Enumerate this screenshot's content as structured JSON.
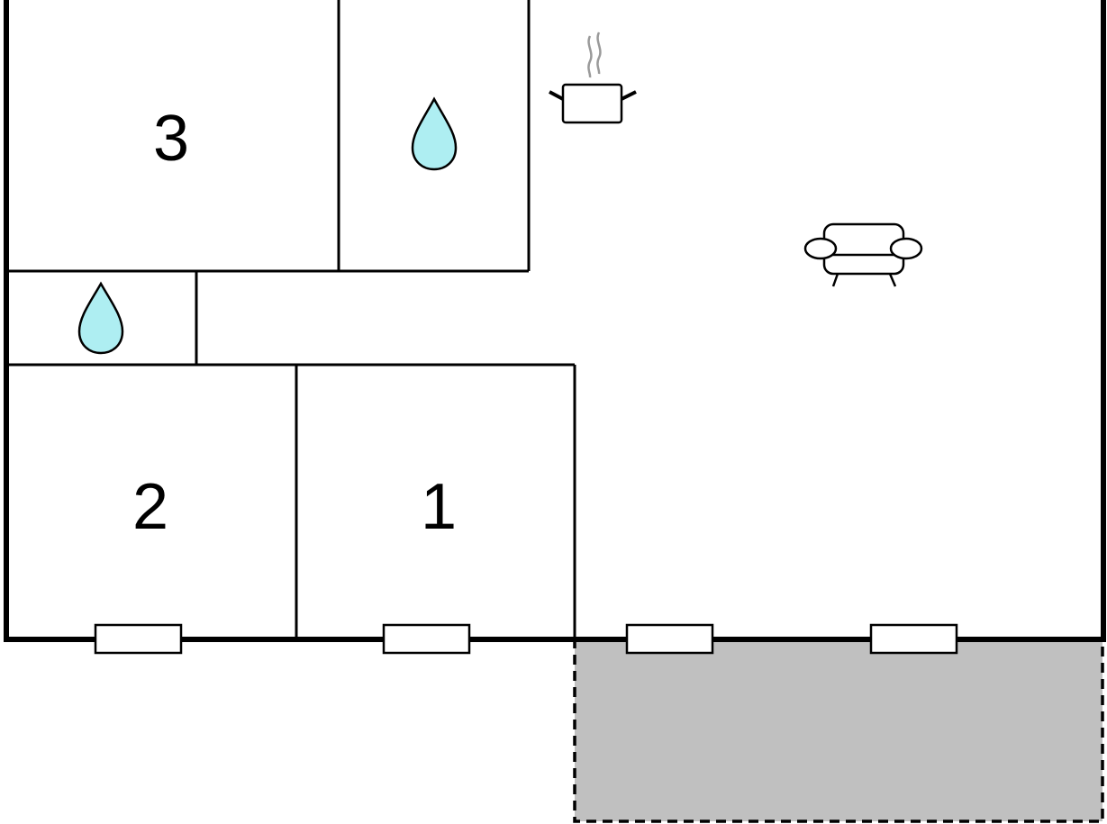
{
  "rooms": {
    "room_1": {
      "label": "1"
    },
    "room_2": {
      "label": "2"
    },
    "room_3": {
      "label": "3"
    }
  },
  "icons": {
    "bathroom_icon": "water-drop-icon",
    "wc_icon": "water-drop-icon",
    "kitchen_icon": "cooking-pot-icon",
    "living_icon": "sofa-icon"
  },
  "colors": {
    "wall": "#000000",
    "floor": "#ffffff",
    "water": "#aeeef2",
    "terrace": "#c0c0c0",
    "steam": "#9a9a9a"
  }
}
